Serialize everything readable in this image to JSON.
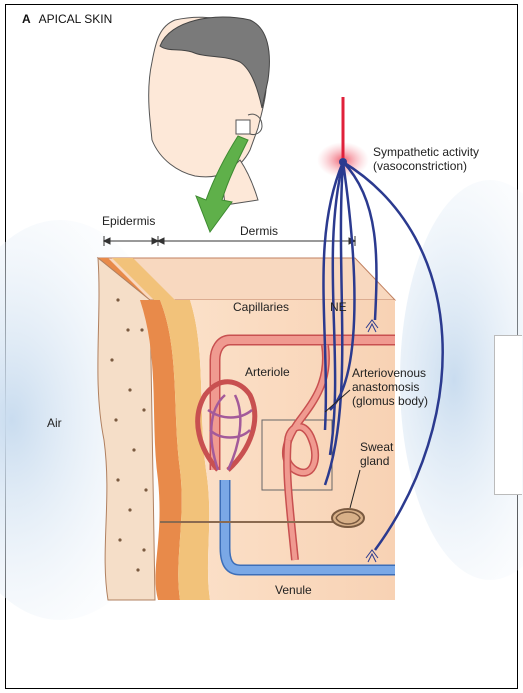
{
  "panel": {
    "letter": "A",
    "title": "APICAL SKIN"
  },
  "labels": {
    "sympathetic": [
      "Sympathetic activity",
      "(vasoconstriction)"
    ],
    "epidermis": "Epidermis",
    "dermis": "Dermis",
    "capillaries": "Capillaries",
    "ne": "NE",
    "arteriole": "Arteriole",
    "ava": [
      "Arteriovenous",
      "anastomosis",
      "(glomus body)"
    ],
    "sweat": [
      "Sweat",
      "gland"
    ],
    "air": "Air",
    "venule": "Venule"
  },
  "colors": {
    "nerve": "#2b3a8f",
    "sympathetic_source": "#e0203a",
    "arteriole": "#e8706a",
    "venule": "#5b8fd6",
    "epidermis": "#f2c27a",
    "dermis": "#f7d4b8",
    "arrow": "#5fb04a"
  }
}
